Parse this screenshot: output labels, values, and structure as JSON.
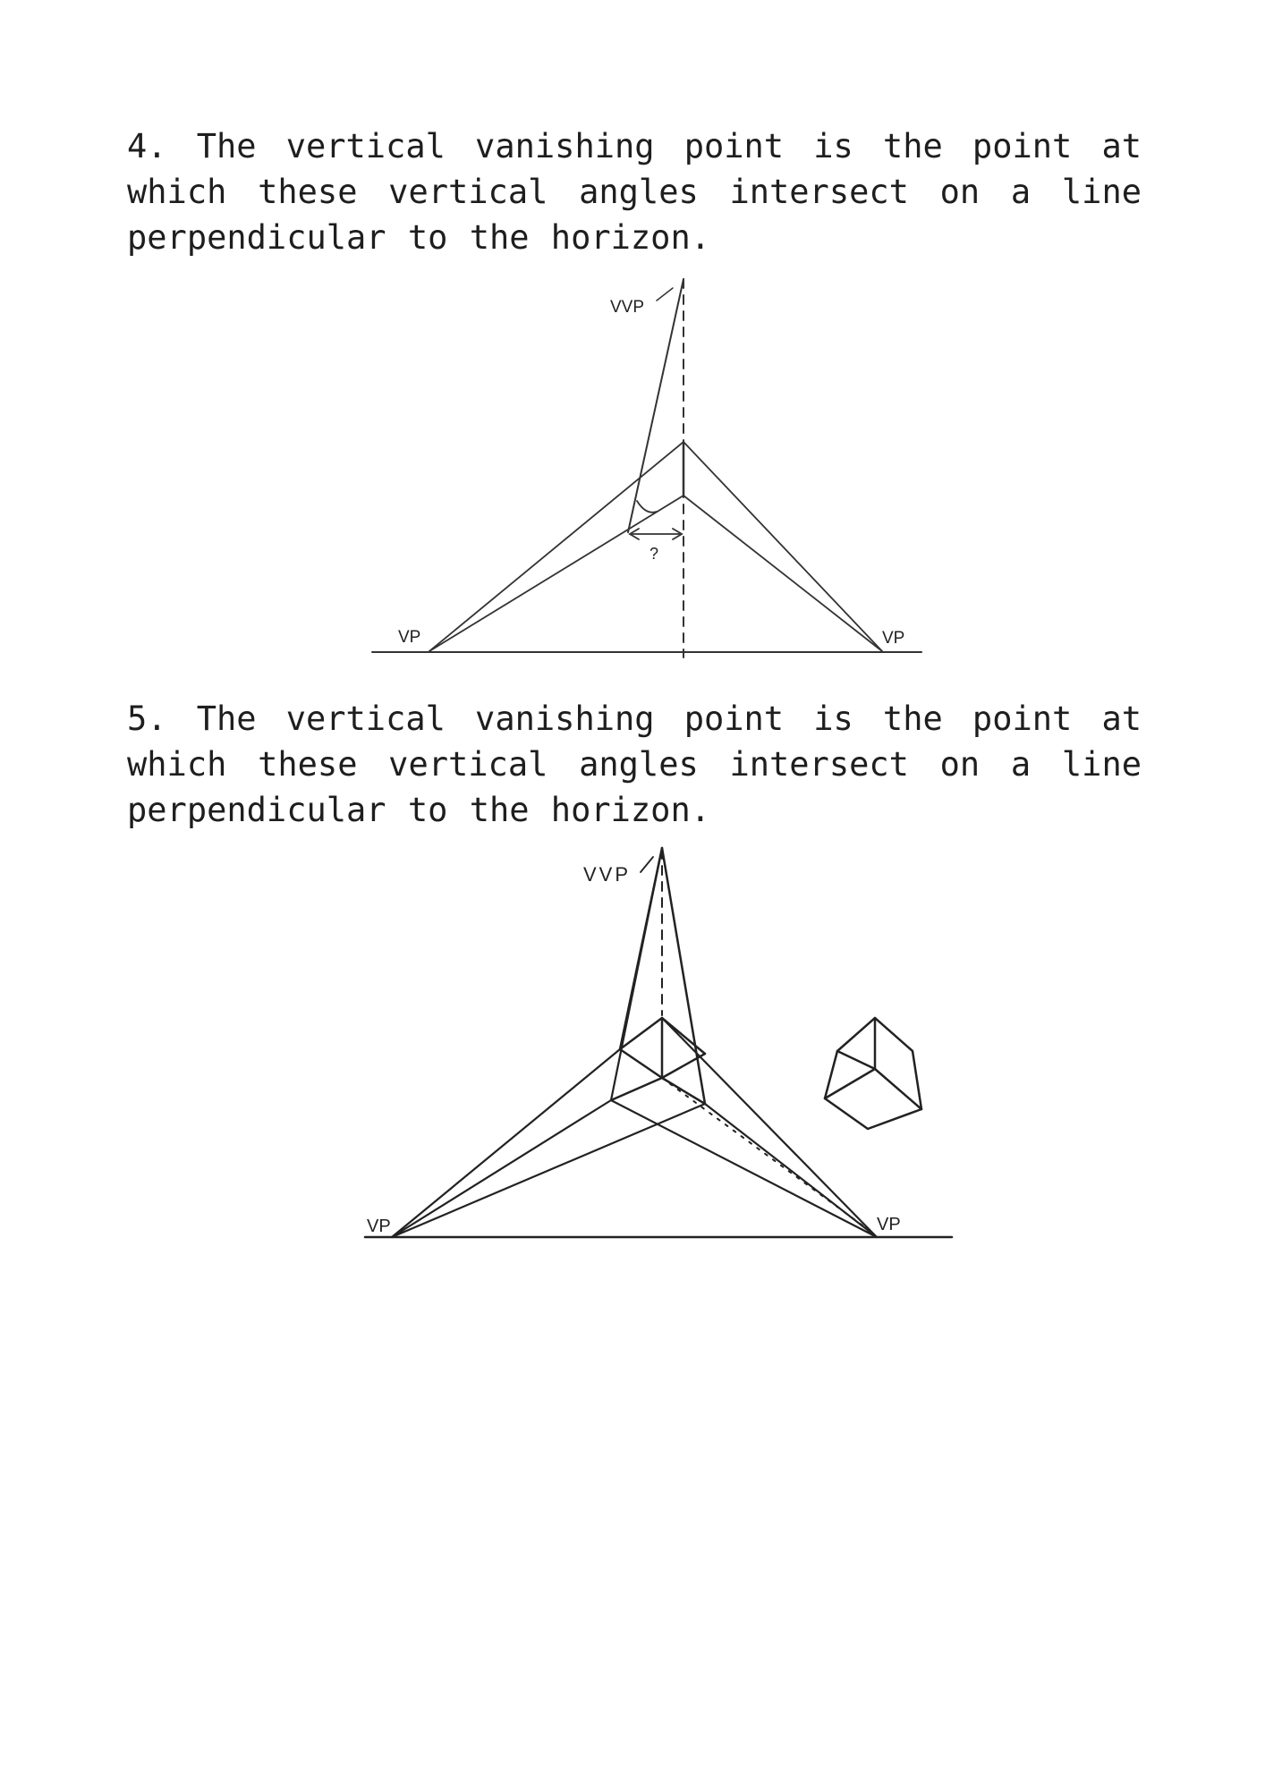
{
  "paragraphs": [
    {
      "number": "4.",
      "text": "The vertical vanishing point is the point at which these vertical angles intersect on a line perpendicular to the horizon."
    },
    {
      "number": "5.",
      "text": "The vertical vanishing point is the point at which these vertical angles intersect on a line perpendicular to the horizon."
    }
  ],
  "figure_1": {
    "vvp_label": "VVP",
    "vp_left_label": "VP",
    "vp_right_label": "VP",
    "question_mark": "?"
  },
  "figure_2": {
    "vvp_label": "VVP",
    "vp_left_label": "VP",
    "vp_right_label": "VP"
  }
}
